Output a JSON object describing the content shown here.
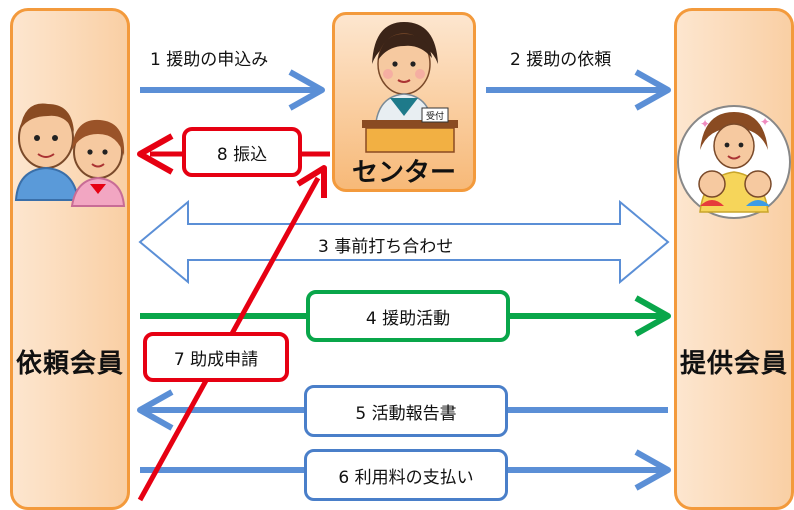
{
  "nodes": {
    "requester": "依頼会員",
    "center": "センター",
    "provider": "提供会員",
    "reception_sign": "受付"
  },
  "steps": {
    "s1": "1  援助の申込み",
    "s2": "2  援助の依頼",
    "s3": "3  事前打ち合わせ",
    "s4": "4  援助活動",
    "s5": "5  活動報告書",
    "s6": "6  利用料の支払い",
    "s7": "7  助成申請",
    "s8": "8  振込"
  },
  "colors": {
    "orange_border": "#f39a3c",
    "blue": "#5b8fd6",
    "red": "#e60012",
    "green": "#09a64a"
  }
}
